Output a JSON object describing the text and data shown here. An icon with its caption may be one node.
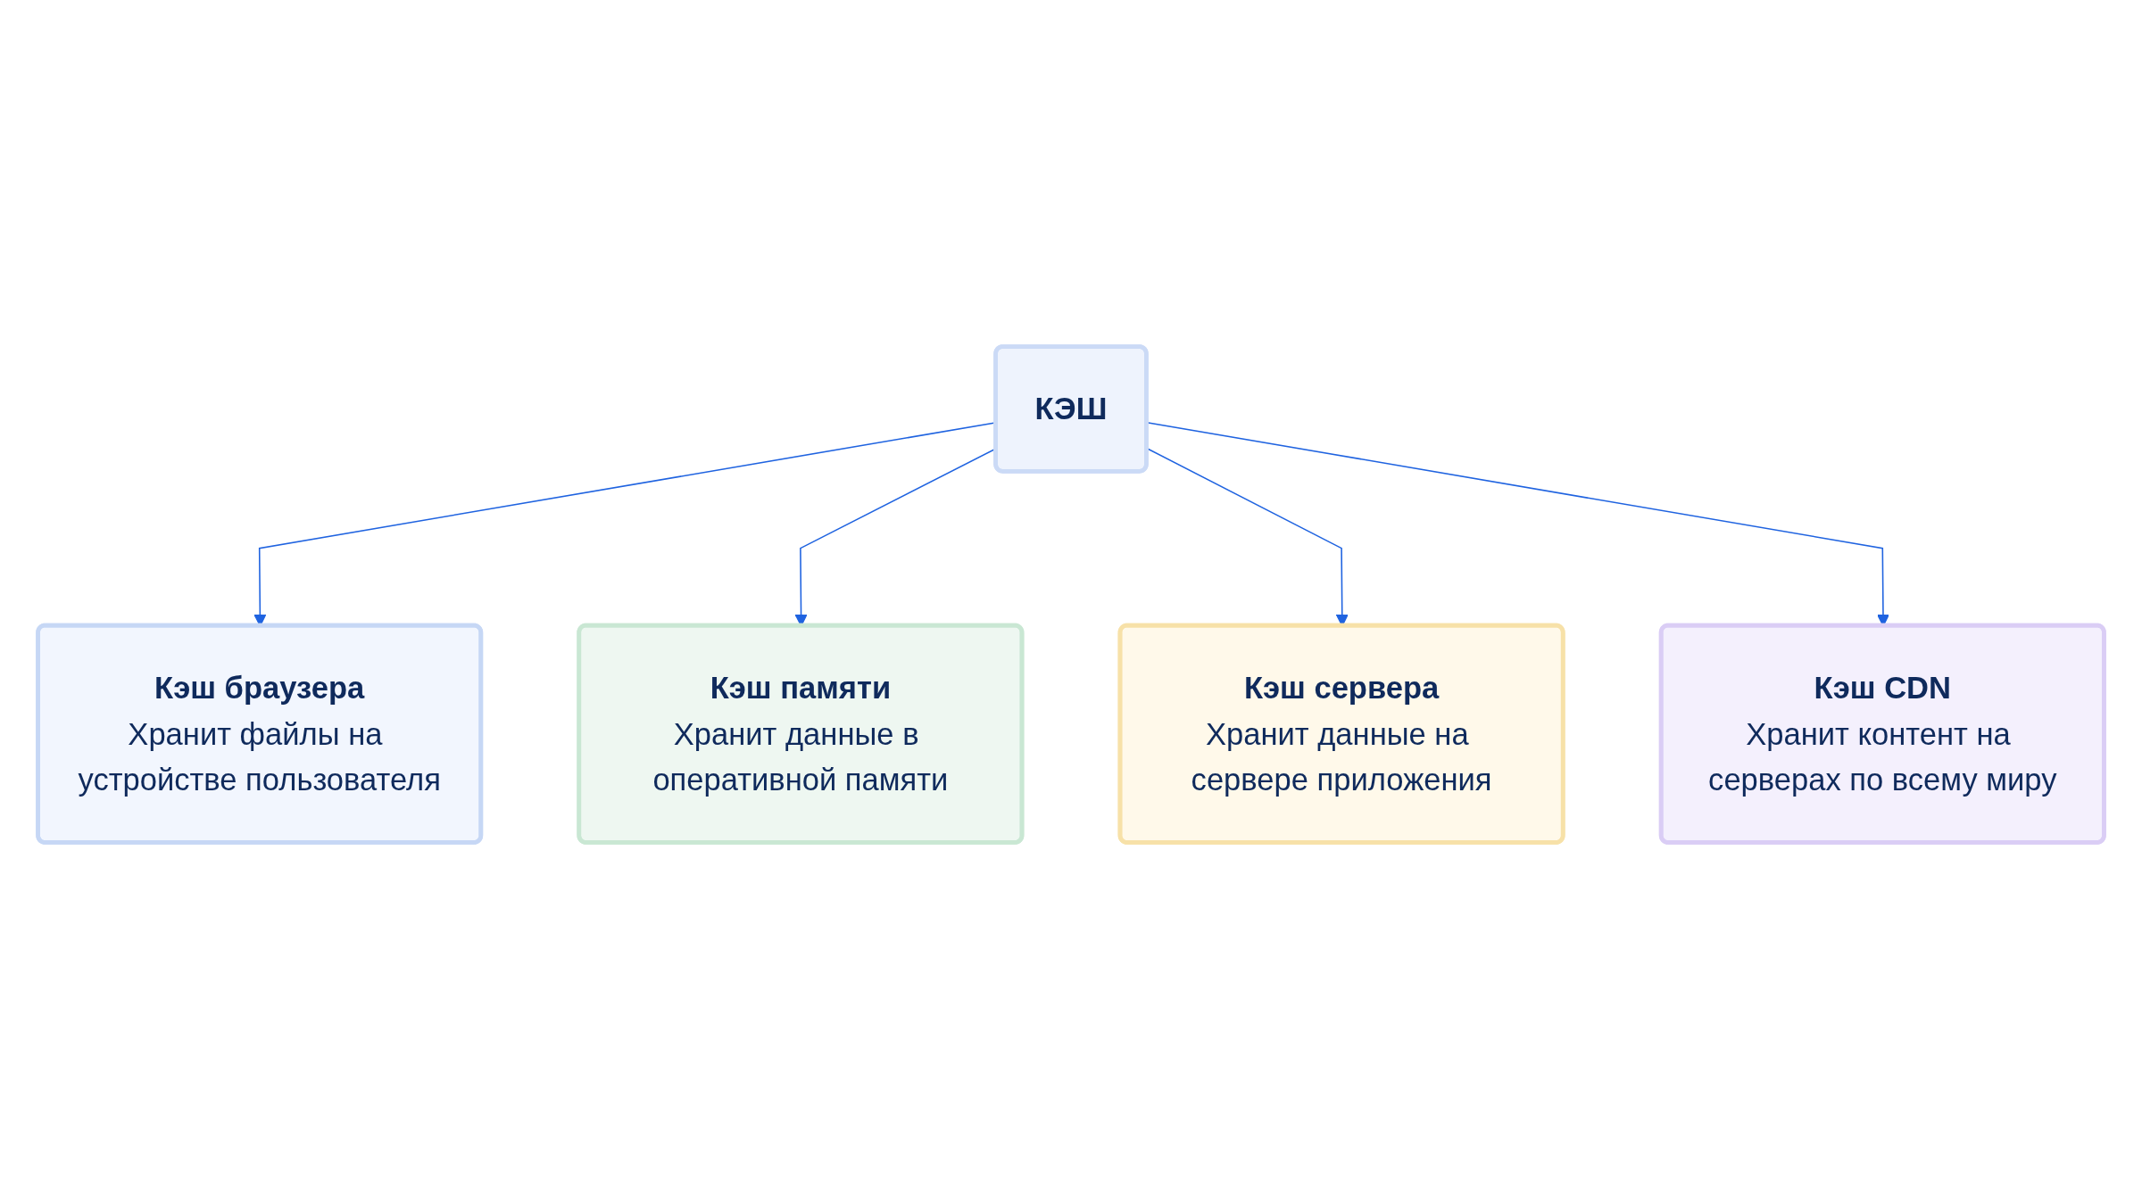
{
  "diagram": {
    "nodes": [
      {
        "text": [
          "КЭШ"
        ]
      },
      {
        "text": [
          "Кэш браузера",
          "Хранит файлы на устройстве пользователя"
        ]
      },
      {
        "text": [
          "Кэш памяти",
          "Хранит данные в оперативной памяти"
        ]
      },
      {
        "text": [
          "Кэш сервера",
          "Хранит данные на сервере приложения"
        ]
      },
      {
        "text": [
          "Кэш CDN",
          "Хранит контент на серверах по всему миру"
        ]
      }
    ],
    "edges": [
      {
        "from": 0,
        "to": 1,
        "arrow": "to"
      },
      {
        "from": 0,
        "to": 2,
        "arrow": "to"
      },
      {
        "from": 0,
        "to": 3,
        "arrow": "to"
      },
      {
        "from": 0,
        "to": 4,
        "arrow": "to"
      }
    ]
  }
}
